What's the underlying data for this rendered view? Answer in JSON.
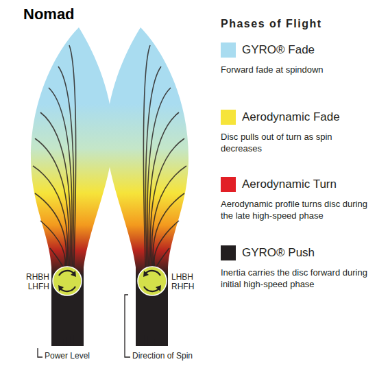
{
  "diagram": {
    "title": "Nomad",
    "labels": [
      "Phases of Flight",
      "Forward fade at spindown",
      "Disc pulls out of turn as spin decreases",
      "Aerodynamic profile turns disc during the late high-speed phase",
      "Inertia carries the disc forward during initial high-speed phase",
      "RHBH",
      "LHFH",
      "LHBH",
      "RHFH",
      "Power Level",
      "Direction of Spin"
    ],
    "legend": [
      {
        "text": "GYRO® Fade",
        "color": "#a9dcf0"
      },
      {
        "text": "Aerodynamic Fade",
        "color": "#f6e43a"
      },
      {
        "text": "Aerodynamic Turn",
        "color": "#e21f26"
      },
      {
        "text": "GYRO® Push",
        "color": "#231f20"
      }
    ]
  }
}
